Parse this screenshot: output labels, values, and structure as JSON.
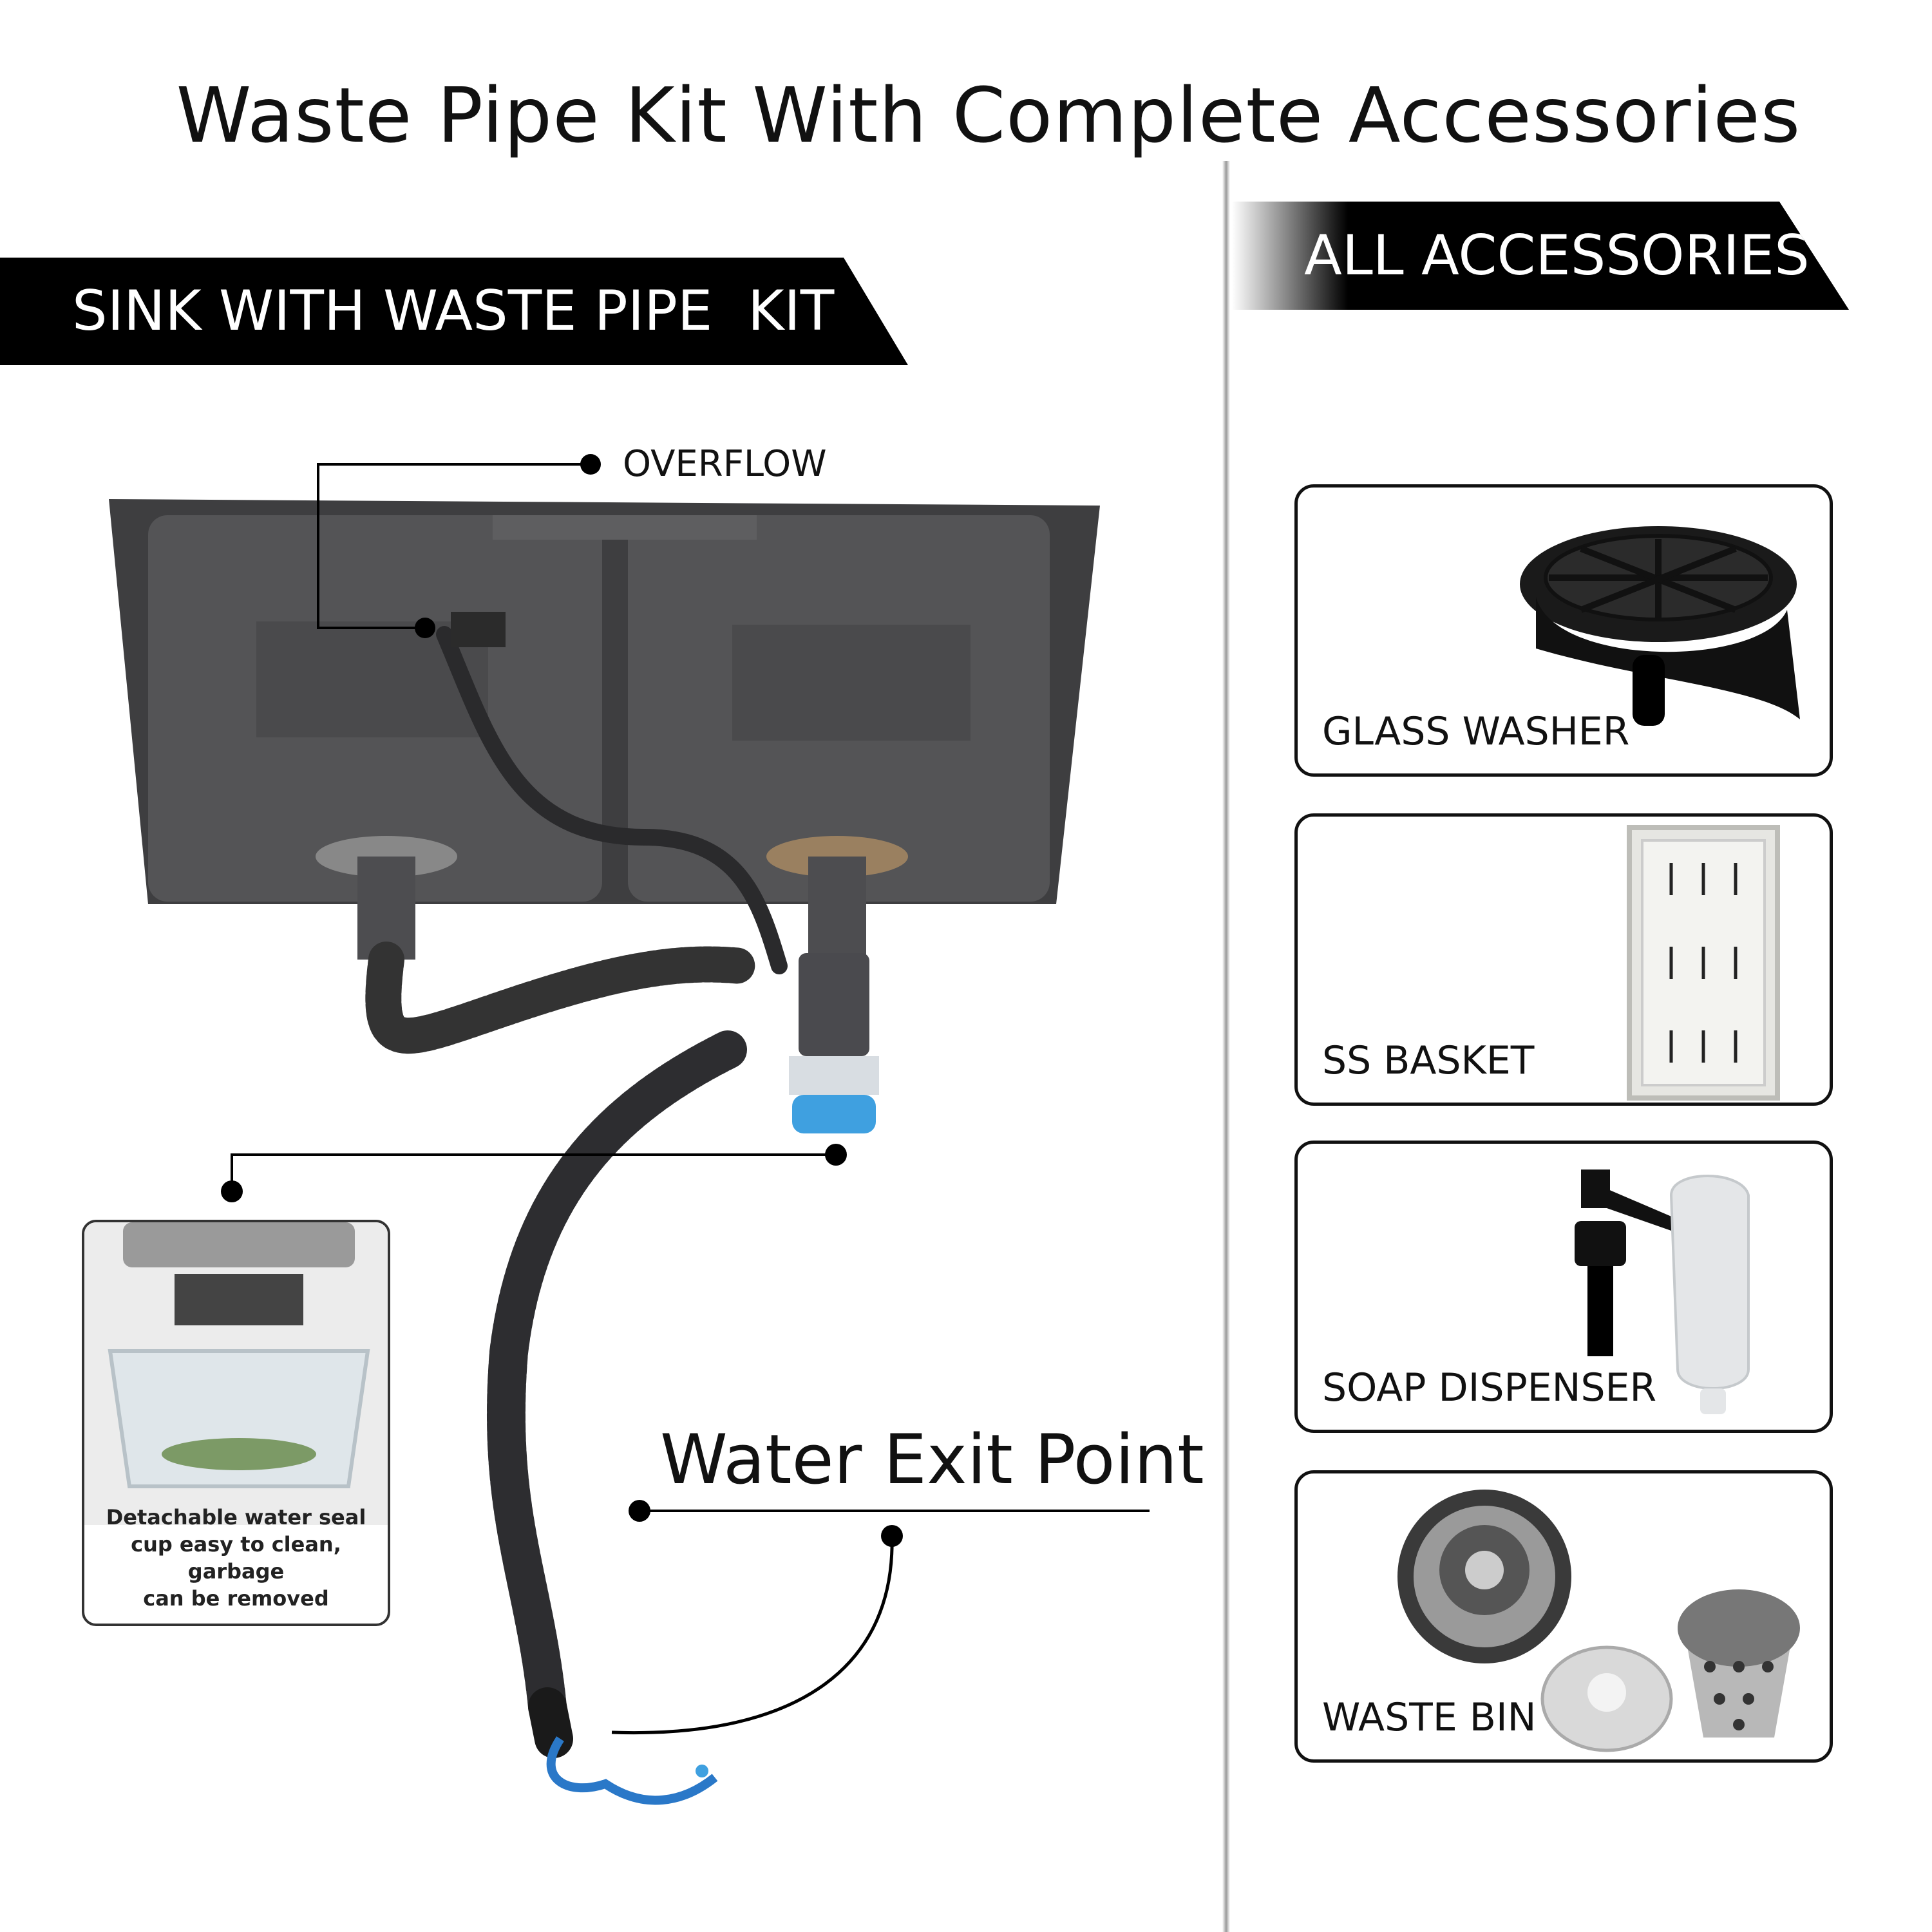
{
  "title": "Waste Pipe Kit With Complete Accessories",
  "left_banner": "SINK WITH WASTE PIPE  KIT",
  "right_banner": "ALL ACCESSORIES",
  "callouts": {
    "overflow": "OVERFLOW",
    "water_exit": "Water Exit Point",
    "inset_caption": [
      "Detachable water seal",
      "cup easy to clean, garbage",
      "can be removed"
    ]
  },
  "accessories": [
    {
      "label": "GLASS WASHER",
      "icon": "glass-washer-icon"
    },
    {
      "label": "SS BASKET",
      "icon": "ss-basket-icon"
    },
    {
      "label": "SOAP DISPENSER",
      "icon": "soap-dispenser-icon"
    },
    {
      "label": "WASTE BIN",
      "icon": "waste-bin-icon"
    }
  ],
  "colors": {
    "banner": "#000000",
    "sink": "#4a4a4c",
    "water": "#3fa0e0"
  }
}
